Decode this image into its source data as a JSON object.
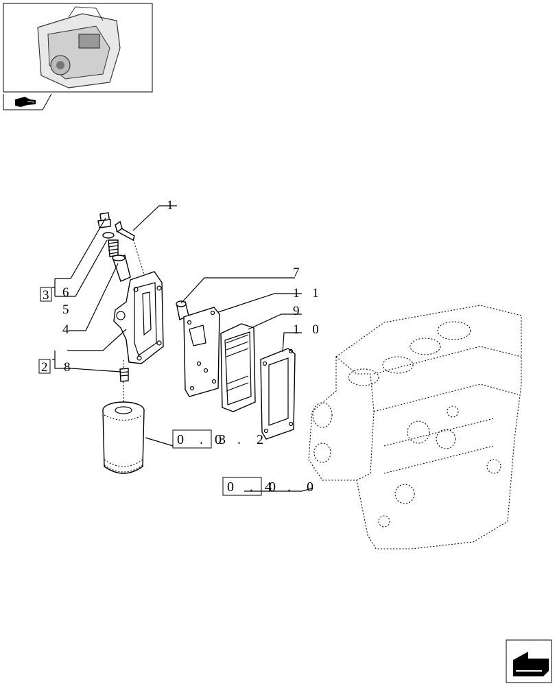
{
  "callouts": {
    "c1": "1",
    "c2": "2",
    "c3": "3",
    "c4": "4",
    "c5": "5",
    "c6": "6",
    "c7": "7",
    "c8": "8",
    "c9": "9",
    "c10": "1 0",
    "c11": "1 1"
  },
  "references": {
    "ref_filter": {
      "boxed": "0 . 3",
      "rest": "0 . 2"
    },
    "ref_block": {
      "boxed": "0 . 0",
      "rest": "4 . 0"
    }
  },
  "icons": {
    "thumbnail": "engine-thumbnail-icon",
    "nav_prev": "hand-pointing-icon",
    "nav_next": "arrow-next-icon"
  }
}
